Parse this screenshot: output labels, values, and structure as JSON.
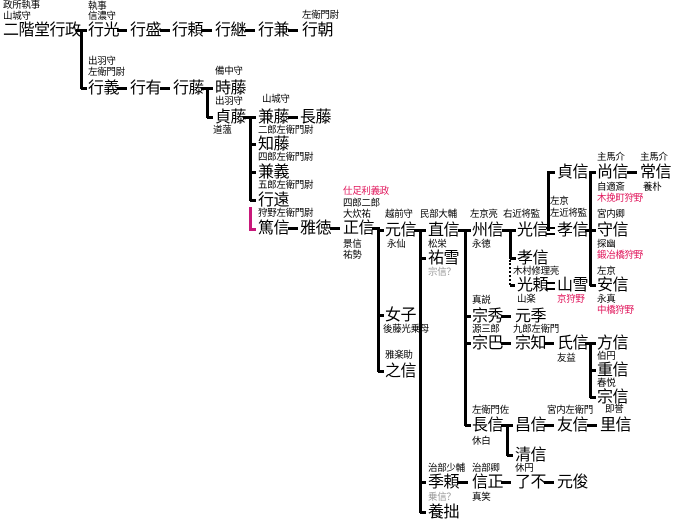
{
  "title": "二階堂・狩野 系図",
  "accent_color": "#e0145a",
  "labels": {
    "p1": "二階堂行政",
    "p2": "行光",
    "p3": "行盛",
    "p4": "行頼",
    "p5": "行継",
    "p6": "行兼",
    "p7": "行朝",
    "p8": "行義",
    "p9": "行有",
    "p10": "行藤",
    "p11": "時藤",
    "p12": "貞藤",
    "p13": "兼藤",
    "p14": "長藤",
    "p15": "知藤",
    "p16": "兼義",
    "p17": "行遠",
    "p18": "篤信",
    "p19": "雅徳",
    "p20": "正信",
    "p21": "元信",
    "p22": "直信",
    "p23": "州信",
    "p24": "光信",
    "p25": "孝信",
    "p26": "貞信",
    "p27": "尚信",
    "p28": "常信",
    "p29": "守信",
    "p30": "安信",
    "p31": "孝信",
    "p32": "光頼",
    "p33": "山雪",
    "p34": "祐雪",
    "p35": "女子",
    "p36": "之信",
    "p37": "宗秀",
    "p38": "元季",
    "p39": "宗巴",
    "p40": "宗知",
    "p41": "氏信",
    "p42": "方信",
    "p43": "重信",
    "p44": "宗信",
    "p45": "長信",
    "p46": "昌信",
    "p47": "友信",
    "p48": "里信",
    "p49": "清信",
    "p50": "季頼",
    "p51": "信正",
    "p52": "了不",
    "p53": "元俊",
    "p54": "養拙",
    "a1": "政所執事",
    "a2": "山城守",
    "a3": "執事",
    "a4": "信濃守",
    "a5": "左衛門尉",
    "a6": "出羽守",
    "a7": "左衛門尉",
    "a8": "備中守",
    "a9": "出羽守",
    "a10": "道薀",
    "a11": "山城守",
    "a12": "二郎左衛門尉",
    "a13": "四郎左衛門尉",
    "a14": "五郎左衛門尉",
    "a15": "狩野左衛門尉",
    "a16": "仕足利義政",
    "a17": "四郎二郎",
    "a18": "大炊祐",
    "a19": "景信",
    "a20": "祐勢",
    "a21": "越前守",
    "a22": "永仙",
    "a23": "民部大輔",
    "a24": "松栄",
    "a25": "宗信？",
    "a26": "左京亮",
    "a27": "永徳",
    "a28": "右近将監",
    "a29": "左京",
    "a30": "左近将監",
    "a31": "木村修理亮",
    "a32": "山楽",
    "a33": "京狩野",
    "a34": "主馬介",
    "a35": "自適斎",
    "a36": "木挽町狩野",
    "a37": "主馬介",
    "a38": "養朴",
    "a39": "宮内卿",
    "a40": "探幽",
    "a41": "鍛冶橋狩野",
    "a42": "左京",
    "a43": "永真",
    "a44": "中橋狩野",
    "a45": "後藤光乗母",
    "a46": "雅楽助",
    "a47": "真説",
    "a48": "源三郎",
    "a49": "九郎左衛門",
    "a50": "友益",
    "a51": "伯円",
    "a52": "春悦",
    "a53": "左衛門佐",
    "a54": "休白",
    "a55": "宮内左衛門",
    "a56": "即誉",
    "a57": "休円",
    "a58": "治部少輔",
    "a59": "治部卿",
    "a60": "乗信？",
    "a61": "真笑"
  }
}
